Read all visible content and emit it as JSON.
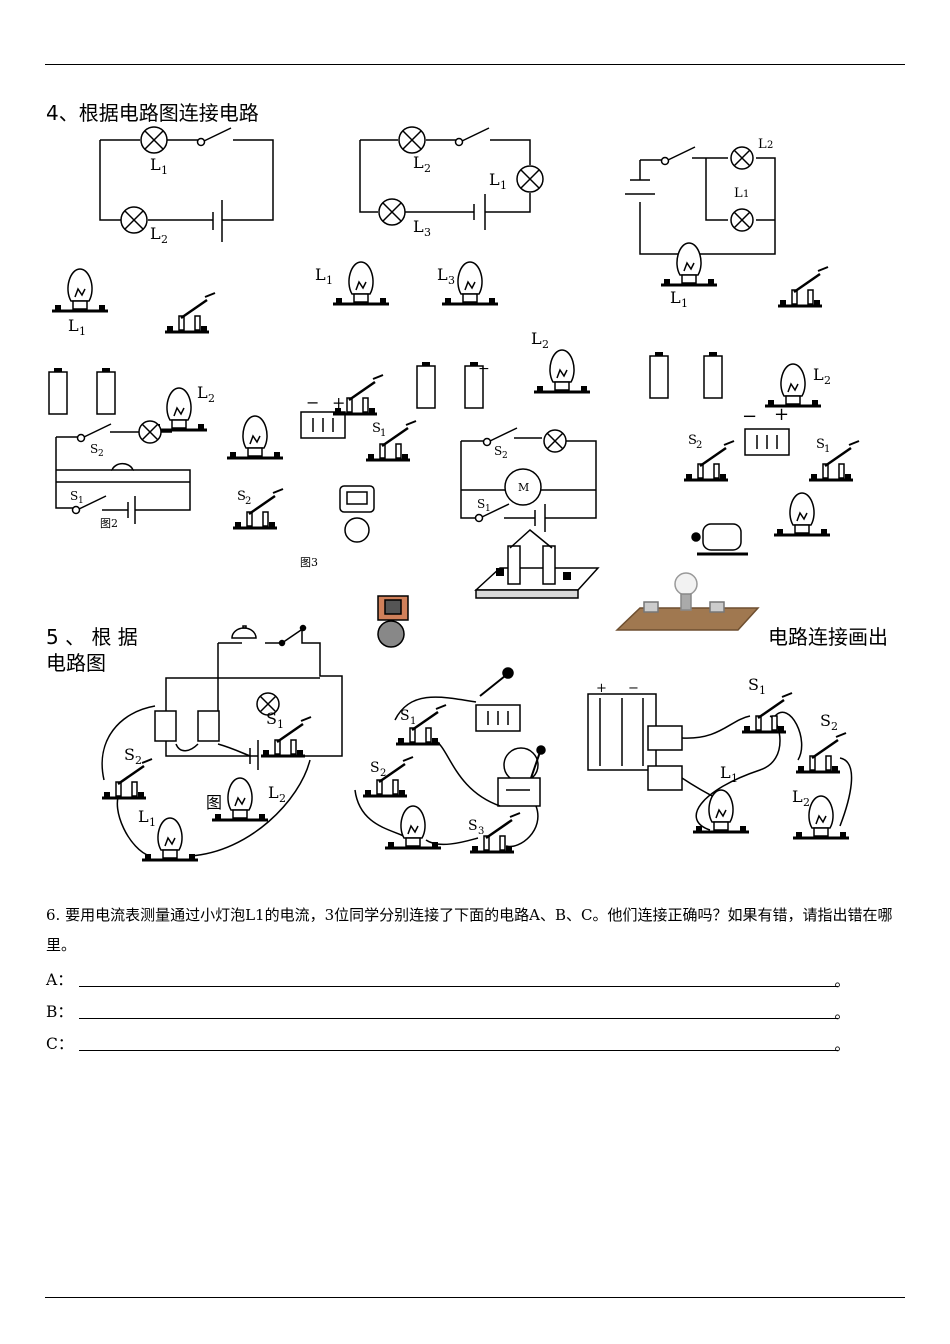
{
  "q4": {
    "title": "4、根据电路图连接电路"
  },
  "q5": {
    "title_a": "5 、 根 据",
    "title_b": "电路图",
    "title_c": "电路连接画出"
  },
  "q6": {
    "text": "6. 要用电流表测量通过小灯泡L1的电流，3位同学分别连接了下面的电路A、B、C。他们连接正确吗？如果有错，请指出错在哪里。",
    "answers": [
      {
        "label": "A：",
        "end": "。"
      },
      {
        "label": "B：",
        "end": "。"
      },
      {
        "label": "C：",
        "end": "。"
      }
    ]
  },
  "labels": {
    "L": "L",
    "S": "S",
    "sub1": "1",
    "sub2": "2",
    "sub3": "3",
    "M": "M",
    "plus": "+",
    "minus": "−",
    "fig2": "图2",
    "fig3": "图3",
    "fig": "图"
  }
}
